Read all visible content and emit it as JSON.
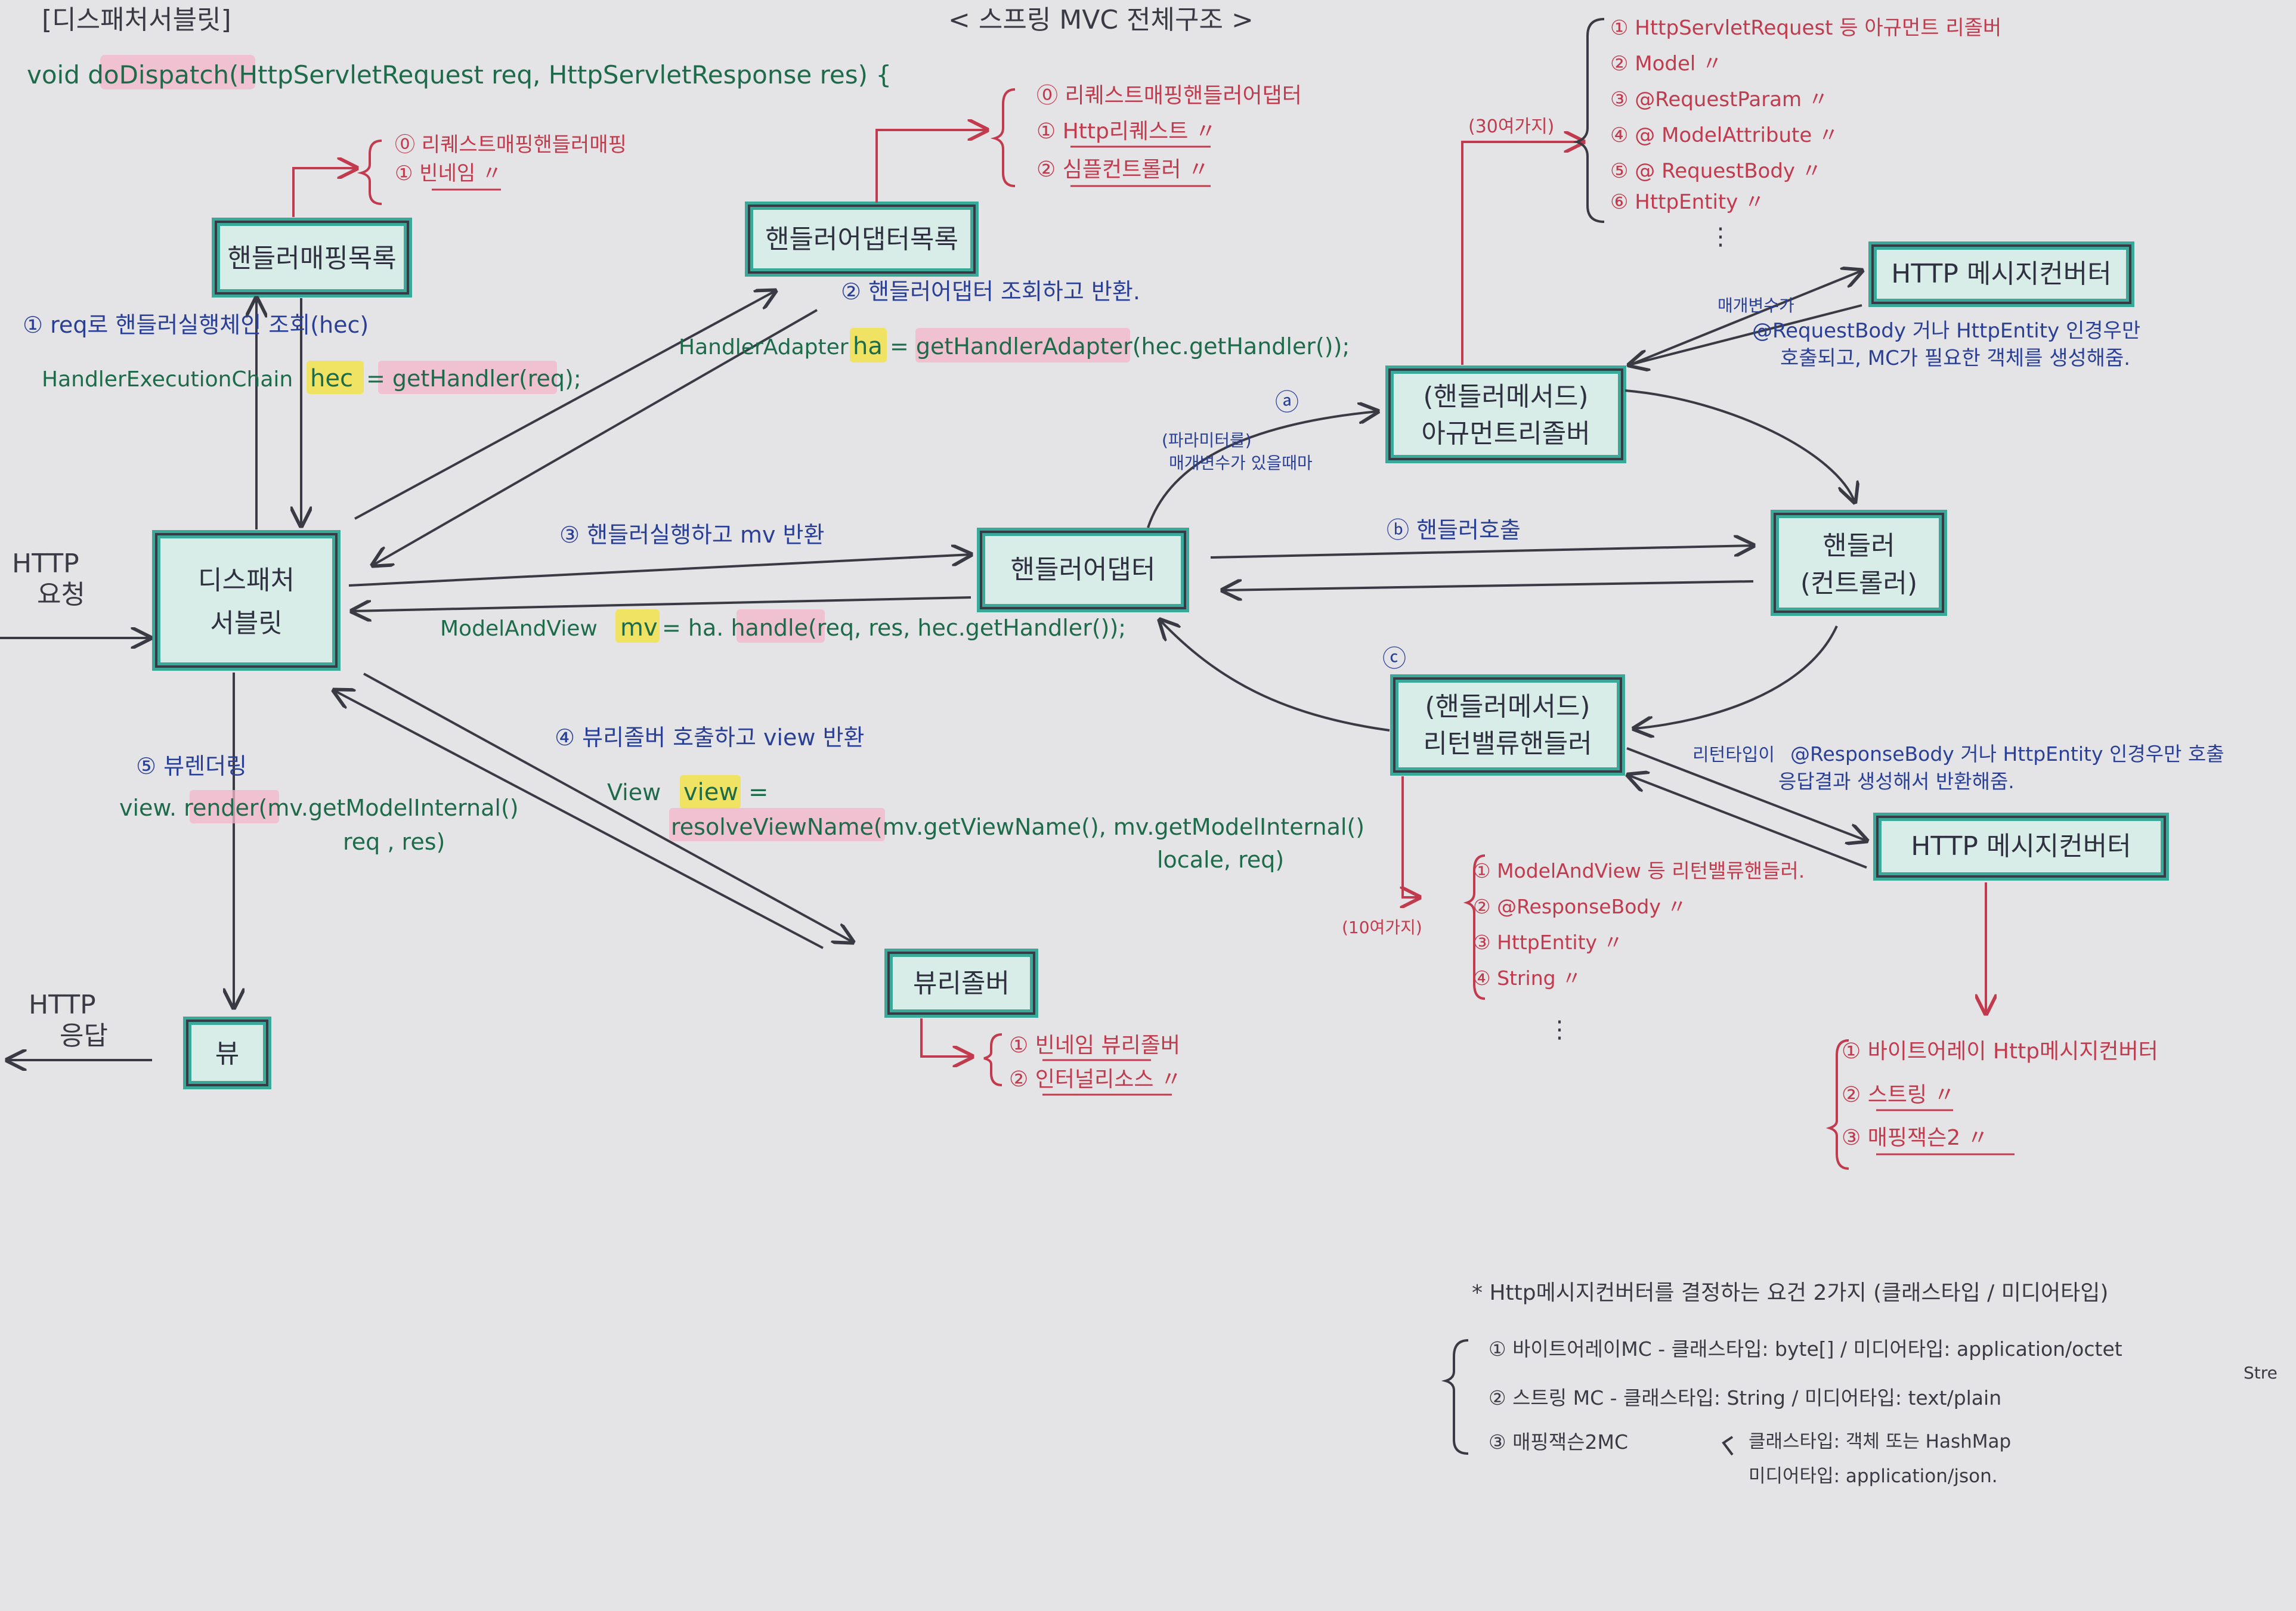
{
  "header": {
    "tag": "[디스패처서블릿]",
    "title": "< 스프링 MVC 전체구조 >",
    "signature": "void doDispatch(HttpServletRequest req, HttpServletResponse res) {"
  },
  "nodes": {
    "handler_mapping_list": "핸들러매핑목록",
    "handler_adapter_list": "핸들러어댑터목록",
    "dispatcher_line1": "디스패처",
    "dispatcher_line2": "서블릿",
    "handler_adapter": "핸들러어댑터",
    "handler_line1": "핸들러",
    "handler_line2": "(컨트롤러)",
    "arg_resolver_line1": "(핸들러메서드)",
    "arg_resolver_line2": "아규먼트리졸버",
    "return_handler_line1": "(핸들러메서드)",
    "return_handler_line2": "리턴밸류핸들러",
    "msg_converter_top": "HTTP 메시지컨버터",
    "msg_converter_bottom": "HTTP 메시지컨버터",
    "view_resolver": "뷰리졸버",
    "view": "뷰"
  },
  "io": {
    "request_line1": "HTTP",
    "request_line2": "요청",
    "response_line1": "HTTP",
    "response_line2": "응답"
  },
  "handler_mapping_kinds": [
    "⓪ 리퀘스트매핑핸들러매핑",
    "① 빈네임  〃"
  ],
  "handler_adapter_kinds": [
    "⓪ 리퀘스트매핑핸들러어댑터",
    "① Http리퀘스트  〃",
    "② 심플컨트롤러  〃"
  ],
  "argument_kinds": {
    "count_note": "(30여가지)",
    "items": [
      "① HttpServletRequest 등 아규먼트 리졸버",
      "② Model  〃",
      "③ @RequestParam  〃",
      "④ @ ModelAttribute  〃",
      "⑤ @ RequestBody  〃",
      "⑥ HttpEntity  〃"
    ],
    "more": "⋮"
  },
  "return_kinds": {
    "count_note": "(10여가지)",
    "items": [
      "① ModelAndView 등 리턴밸류핸들러.",
      "② @ResponseBody  〃",
      "③ HttpEntity  〃",
      "④ String  〃"
    ],
    "more": "⋮"
  },
  "view_resolver_kinds": [
    "① 빈네임 뷰리졸버",
    "② 인터널리소스  〃"
  ],
  "converter_kinds": [
    "① 바이트어레이 Http메시지컨버터",
    "② 스트링  〃",
    "③ 매핑잭슨2  〃"
  ],
  "steps": {
    "s1_label": "① req로 핸들러실행체인 조회(hec)",
    "s1_code_a": "HandlerExecutionChain",
    "s1_code_b": "hec",
    "s1_code_c": "= getHandler(req);",
    "s2_label": "② 핸들러어댑터 조회하고 반환.",
    "s2_code_a": "HandlerAdapter",
    "s2_code_b": "ha",
    "s2_code_c": "= getHandlerAdapter(hec.getHandler());",
    "s3_label": "③ 핸들러실행하고 mv 반환",
    "s3_code_a": "ModelAndView",
    "s3_code_b": "mv",
    "s3_code_c": "= ha. handle(req, res, hec.getHandler());",
    "s4_label": "④ 뷰리졸버 호출하고 view 반환",
    "s4_code_a": "View",
    "s4_code_b": "view",
    "s4_code_c": "=",
    "s4_code_d": "resolveViewName(mv.getViewName(), mv.getModelInternal()",
    "s4_code_e": "locale, req)",
    "s5_label": "⑤ 뷰렌더링",
    "s5_code_a": "view. render(mv.getModelInternal()",
    "s5_code_b": "req , res)"
  },
  "sub_steps": {
    "a_mark": "ⓐ",
    "a_note1": "(파라미터를)",
    "a_note2": "매개변수가 있을때마",
    "b_label": "ⓑ 핸들러호출",
    "c_mark": "ⓒ"
  },
  "converter_notes": {
    "top_tag": "매개변수가",
    "top_line1": "@RequestBody 거나 HttpEntity 인경우만",
    "top_line2": "호출되고, MC가 필요한 객체를 생성해줌.",
    "bottom_tag": "리턴타입이",
    "bottom_line1": "@ResponseBody 거나 HttpEntity 인경우만 호출",
    "bottom_line2": "응답결과 생성해서 반환해줌."
  },
  "footnote": {
    "title": "* Http메시지컨버터를 결정하는 요건 2가지 (클래스타입 / 미디어타입)",
    "line1": "① 바이트어레이MC - 클래스타입: byte[] / 미디어타입: application/octet",
    "line1_cont": "Stre",
    "line2": "② 스트링 MC - 클래스타입: String / 미디어타입: text/plain",
    "line3_a": "③ 매핑잭슨2MC",
    "line3_b": "클래스타입: 객체 또는 HashMap",
    "line3_c": "미디어타입: application/json."
  },
  "colors": {
    "paper": "#e4e4e6",
    "node_fill": "#d8ede8",
    "node_border": "#3aa99a",
    "red_pen": "#c23a4d",
    "green_pen": "#1d6b4a",
    "blue_pen": "#2a3f96",
    "black_pen": "#3a3a44",
    "pink_highlight": "#f4b7c9",
    "yellow_highlight": "#f2e24a"
  }
}
